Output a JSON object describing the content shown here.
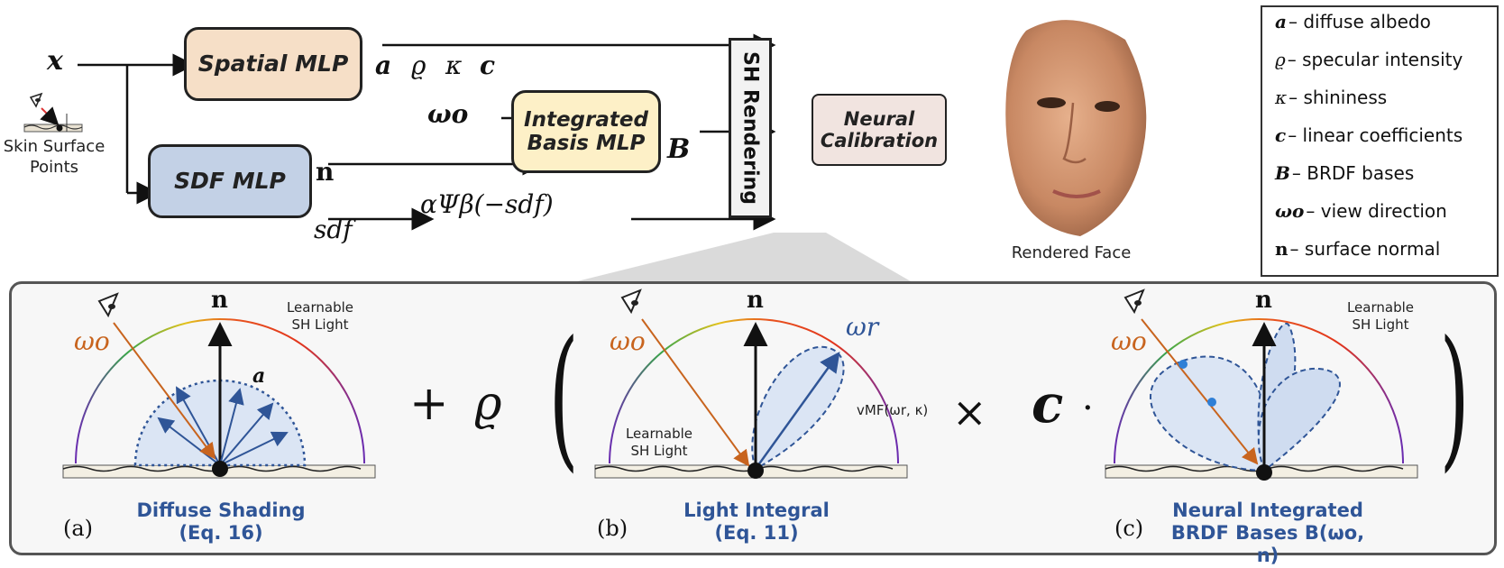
{
  "top": {
    "x_input": "x",
    "skin_surface_points": "Skin Surface\nPoints",
    "spatial_mlp": "Spatial MLP",
    "spatial_outputs": [
      "a",
      "ϱ",
      "κ",
      "c"
    ],
    "sdf_mlp": "SDF MLP",
    "sdf_out_n": "n",
    "sdf_out_sdf": "sdf",
    "omega_o": "ωo",
    "integrated_basis_mlp": "Integrated\nBasis MLP",
    "basis_out": "B",
    "alpha_psi": "αΨβ(−sdf)",
    "sh_rendering": "SH Rendering",
    "neural_calibration": "Neural\nCalibration",
    "rendered_face": "Rendered Face"
  },
  "legend": [
    {
      "symbol": "a",
      "text": "– diffuse albedo"
    },
    {
      "symbol": "ϱ",
      "text": "– specular intensity"
    },
    {
      "symbol": "κ",
      "text": "– shininess"
    },
    {
      "symbol": "c",
      "text": "– linear coefficients"
    },
    {
      "symbol": "B",
      "text": "– BRDF bases"
    },
    {
      "symbol": "ωo",
      "text": "– view direction"
    },
    {
      "symbol": "n",
      "text": "– surface normal"
    }
  ],
  "panels": {
    "a": {
      "letter": "(a)",
      "caption": "Diffuse Shading\n(Eq. 16)",
      "n": "n",
      "omega": "ωo",
      "albedo": "a",
      "light": "Learnable\nSH Light"
    },
    "b": {
      "letter": "(b)",
      "caption": "Light Integral\n(Eq. 11)",
      "n": "n",
      "omega": "ωo",
      "omega_r": "ωr",
      "vmf": "vMF(ωr, κ)",
      "light": "Learnable\nSH Light"
    },
    "c": {
      "letter": "(c)",
      "caption": "Neural Integrated\nBRDF Bases B(ωo, n)",
      "n": "n",
      "omega": "ωo",
      "light": "Learnable\nSH Light"
    }
  },
  "operators": {
    "plus": "+",
    "rho": "ϱ",
    "lparen": "(",
    "times": "×",
    "c": "c",
    "dot": "·",
    "rparen": ")"
  }
}
